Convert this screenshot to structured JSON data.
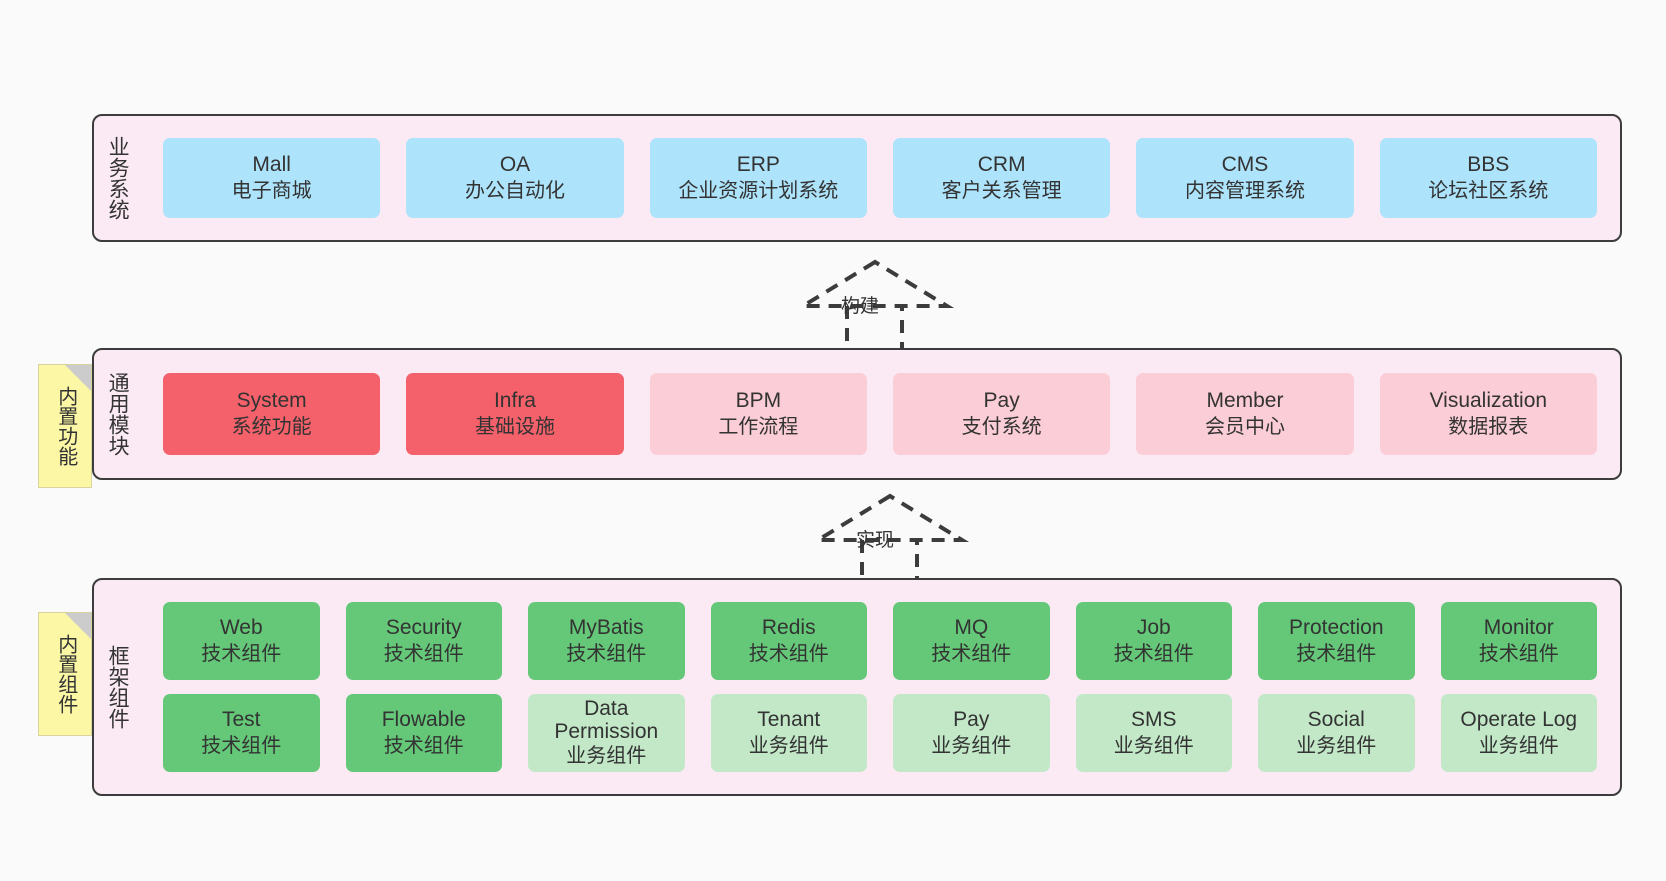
{
  "diagram": {
    "title": "",
    "background": "#fafafa",
    "band_fill": "#fbeaf4",
    "band_stroke": "#3c3c3c",
    "note_fill": "#fbf7a5",
    "colors": {
      "business": "#ade3fb",
      "module_active": "#f4616a",
      "module_idle": "#fbcdd6",
      "tech_component": "#64c878",
      "biz_component": "#c3e8c8"
    }
  },
  "layers": {
    "business": {
      "label": "业务系统",
      "items": [
        {
          "name": "Mall",
          "desc": "电子商城"
        },
        {
          "name": "OA",
          "desc": "办公自动化"
        },
        {
          "name": "ERP",
          "desc": "企业资源计划系统"
        },
        {
          "name": "CRM",
          "desc": "客户关系管理"
        },
        {
          "name": "CMS",
          "desc": "内容管理系统"
        },
        {
          "name": "BBS",
          "desc": "论坛社区系统"
        }
      ]
    },
    "module": {
      "label": "通用模块",
      "note": "内置功能",
      "items": [
        {
          "name": "System",
          "desc": "系统功能"
        },
        {
          "name": "Infra",
          "desc": "基础设施"
        },
        {
          "name": "BPM",
          "desc": "工作流程"
        },
        {
          "name": "Pay",
          "desc": "支付系统"
        },
        {
          "name": "Member",
          "desc": "会员中心"
        },
        {
          "name": "Visualization",
          "desc": "数据报表"
        }
      ]
    },
    "framework": {
      "label": "框架组件",
      "note": "内置组件",
      "row1": [
        {
          "name": "Web",
          "desc": "技术组件"
        },
        {
          "name": "Security",
          "desc": "技术组件"
        },
        {
          "name": "MyBatis",
          "desc": "技术组件"
        },
        {
          "name": "Redis",
          "desc": "技术组件"
        },
        {
          "name": "MQ",
          "desc": "技术组件"
        },
        {
          "name": "Job",
          "desc": "技术组件"
        },
        {
          "name": "Protection",
          "desc": "技术组件"
        },
        {
          "name": "Monitor",
          "desc": "技术组件"
        }
      ],
      "row2": [
        {
          "name": "Test",
          "desc": "技术组件"
        },
        {
          "name": "Flowable",
          "desc": "技术组件"
        },
        {
          "name": "Data Permission",
          "desc": "业务组件"
        },
        {
          "name": "Tenant",
          "desc": "业务组件"
        },
        {
          "name": "Pay",
          "desc": "业务组件"
        },
        {
          "name": "SMS",
          "desc": "业务组件"
        },
        {
          "name": "Social",
          "desc": "业务组件"
        },
        {
          "name": "Operate Log",
          "desc": "业务组件"
        }
      ]
    }
  },
  "connectors": [
    {
      "label": "构建",
      "from": "module",
      "to": "business"
    },
    {
      "label": "实现",
      "from": "framework",
      "to": "module"
    }
  ]
}
